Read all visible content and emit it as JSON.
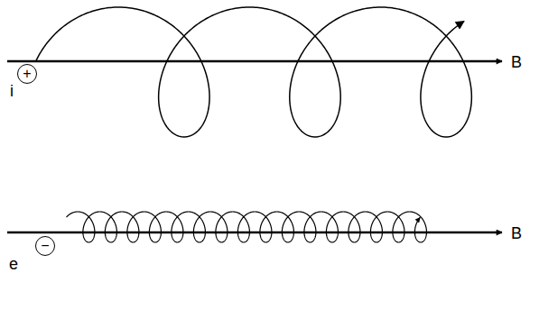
{
  "diagram": {
    "nodes": [
      {
        "text": [
          "+"
        ]
      },
      {
        "text": [
          "−"
        ]
      }
    ],
    "labels": [
      "B",
      "i",
      "B",
      "e"
    ]
  }
}
